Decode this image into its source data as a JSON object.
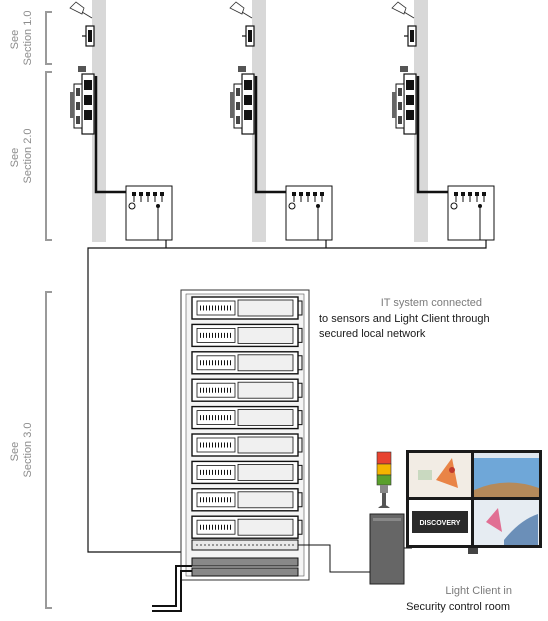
{
  "sections": [
    {
      "line1": "See",
      "line2": "Section 1.0"
    },
    {
      "line1": "See",
      "line2": "Section 2.0"
    },
    {
      "line1": "See",
      "line2": "Section 3.0"
    }
  ],
  "it_note": {
    "line1": "IT system connected",
    "line2": "to sensors and Light Client through",
    "line3": "secured local network"
  },
  "client_note": {
    "line1": "Light Client in",
    "line2": "Security control room"
  },
  "screen_brand": "DISCOVERY",
  "colors": {
    "signal_red": "#e8432f",
    "signal_amber": "#f4b400",
    "signal_green": "#5aa02c",
    "pole": "#d8d8d8",
    "line": "#1a1a1a",
    "bracket": "#9a9a9a"
  }
}
